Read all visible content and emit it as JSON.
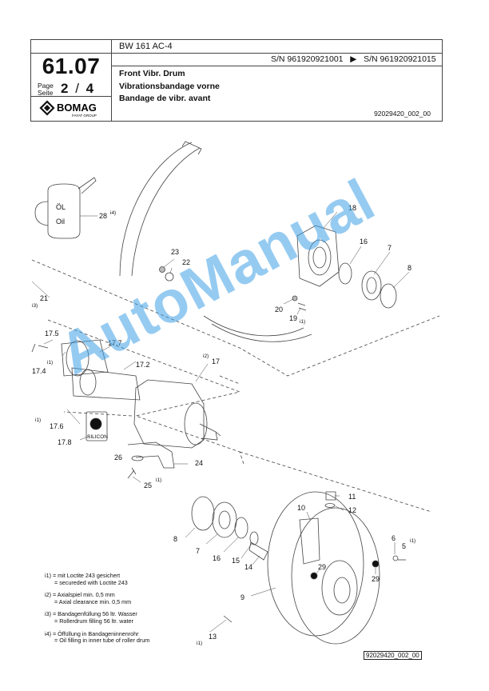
{
  "header": {
    "model": "BW 161 AC-4",
    "serial_from": "S/N 961920921001",
    "serial_arrow": "▶",
    "serial_to": "S/N 961920921015",
    "section_code": "61.07",
    "page_label_1": "Page",
    "page_label_2": "Seite",
    "page_current": "2",
    "page_sep": "/",
    "page_total": "4",
    "brand": "BOMAG",
    "brand_sub": "FAYAT GROUP",
    "title_en": "Front Vibr. Drum",
    "title_de": "Vibrationsbandage vorne",
    "title_fr": "Bandage de vibr. avant",
    "drawing_ref": "92029420_002_00"
  },
  "drawing": {
    "can_text_1": "ÖL",
    "can_text_2": "Oil",
    "silicon_label": "SILICON",
    "labels": {
      "p28": "28",
      "p28n": "i4)",
      "p18": "18",
      "p16a": "16",
      "p7a": "7",
      "p8a": "8",
      "p23": "23",
      "p22": "22",
      "p21": "21",
      "p21n": "i3)",
      "p20": "20",
      "p19": "19",
      "p19n": "i1)",
      "p17_5": "17.5",
      "p17_4": "17.4",
      "p17_4n": "i1)",
      "p17_7": "17.7",
      "p17_2": "17.2",
      "p17": "17",
      "p17n": "i2)",
      "p17_6": "17.6",
      "p17_6n": "i1)",
      "p17_8": "17.8",
      "p26": "26",
      "p24": "24",
      "p25": "25",
      "p25n": "i1)",
      "p11": "11",
      "p10": "10",
      "p12": "12",
      "p8b": "8",
      "p7b": "7",
      "p16b": "16",
      "p15": "15",
      "p14": "14",
      "p29a": "29",
      "p29b": "29",
      "p6": "6",
      "p5": "5",
      "p5n": "i1)",
      "p9": "9",
      "p13": "13",
      "p13n": "i1)"
    }
  },
  "notes": [
    {
      "l1": "i1) = mit Loctite 243 gesichert",
      "l2": "= secureded with Loctite 243"
    },
    {
      "l1": "i2) = Axialspiel min. 0,5 mm",
      "l2": "= Axial clearance min. 0,5 mm"
    },
    {
      "l1": "i3) = Bandagenfüllung 56 ltr. Wasser",
      "l2": "= Rollerdrum filling 56 ltr. water"
    },
    {
      "l1": "i4) = Öffüllung in Bandageninnenrohr",
      "l2": "= Oil filling in inner tube of roller drum"
    }
  ],
  "bottom_ref": "92029420_002_00",
  "watermark": "AutoManual",
  "colors": {
    "watermark": "#40a0e6",
    "line": "#444444"
  }
}
